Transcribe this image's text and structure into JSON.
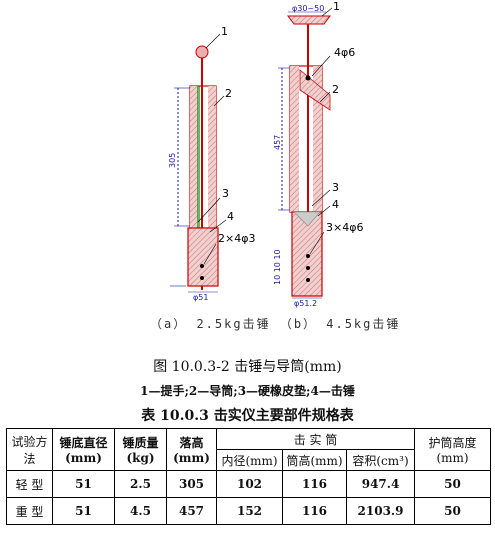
{
  "figure": {
    "hammer_a": {
      "leaders": [
        "1",
        "2",
        "3",
        "4"
      ],
      "dim_height": "305",
      "dim_diameter": "φ51",
      "hole_note": "2×4φ3"
    },
    "hammer_b": {
      "leaders": [
        "1",
        "2",
        "3",
        "4"
      ],
      "top_dim": "φ30~50",
      "top_hole_note": "4φ6",
      "dim_height": "457",
      "dim_diameter": "φ51.2",
      "hole_note": "3×4φ6",
      "small_dims": "10 10 10"
    },
    "sublabel_a": "（a） 2.5kg击锤",
    "sublabel_b": "（b） 4.5kg击锤"
  },
  "fig_caption": "图 10.0.3-2  击锤与导筒(mm)",
  "legend": "1—提手;2—导筒;3—硬橡皮垫;4—击锤",
  "table": {
    "caption": "表 10.0.3  击实仪主要部件规格表",
    "headers": {
      "method": "试验方法",
      "diameter": "锤底直径(mm)",
      "mass": "锤质量(kg)",
      "drop": "落高(mm)",
      "cylinder": "击 实 筒",
      "inner": "内径(mm)",
      "height": "筒高(mm)",
      "volume": "容积(cm³)",
      "guard": "护筒高度(mm)"
    },
    "rows": [
      {
        "method": "轻 型",
        "diameter": "51",
        "mass": "2.5",
        "drop": "305",
        "inner": "102",
        "height": "116",
        "volume": "947.4",
        "guard": "50"
      },
      {
        "method": "重 型",
        "diameter": "51",
        "mass": "4.5",
        "drop": "457",
        "inner": "152",
        "height": "116",
        "volume": "2103.9",
        "guard": "50"
      }
    ]
  },
  "colors": {
    "outline": "#cc0000",
    "fill": "#e8b0b0",
    "dimension": "#1a1aa0",
    "rod": "#008800"
  }
}
